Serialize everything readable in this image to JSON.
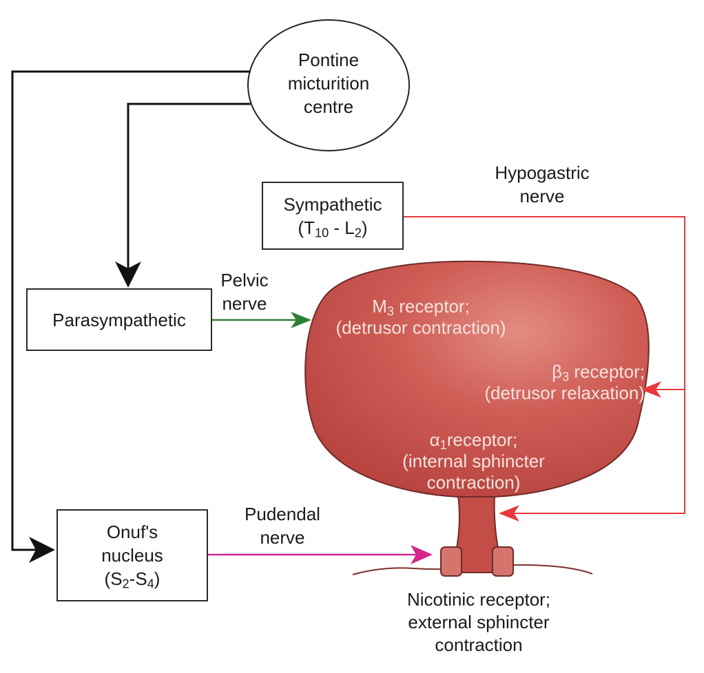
{
  "nodes": {
    "pontine": [
      "Pontine",
      "micturition",
      "centre"
    ],
    "sympathetic": {
      "line1": "Sympathetic",
      "line2": {
        "open": "(T",
        "sub1": "10",
        "mid": " - L",
        "sub2": "2",
        "close": ")"
      }
    },
    "parasympathetic": "Parasympathetic",
    "onuf": {
      "line1": "Onuf's",
      "line2": "nucleus",
      "line3": {
        "open": "(S",
        "sub1": "2",
        "mid": "-S",
        "sub2": "4",
        "close": ")"
      }
    }
  },
  "nerves": {
    "hypogastric": [
      "Hypogastric",
      "nerve"
    ],
    "pelvic": [
      "Pelvic",
      "nerve"
    ],
    "pudendal": [
      "Pudendal",
      "nerve"
    ]
  },
  "receptors": {
    "m3": {
      "sym": "M",
      "sub": "3",
      "rest": " receptor;",
      "line2": "(detrusor contraction)"
    },
    "beta3": {
      "sym": "β",
      "sub": "3",
      "rest": " receptor;",
      "line2": "(detrusor relaxation)"
    },
    "alpha1": {
      "sym": "α",
      "sub": "1",
      "rest": "receptor;",
      "line2": "(internal sphincter",
      "line3": "contraction)"
    },
    "nicotinic": [
      "Nicotinic receptor;",
      "external sphincter",
      "contraction"
    ]
  },
  "colors": {
    "black_pathway": "#111111",
    "sympathetic_pathway": "#e8383d",
    "parasympathetic_pathway": "#2e7d32",
    "pudendal_pathway": "#d6248a",
    "bladder_fill": "#c9514d",
    "bladder_highlight": "#e38c82",
    "receptor_text": "#f6e3de"
  }
}
